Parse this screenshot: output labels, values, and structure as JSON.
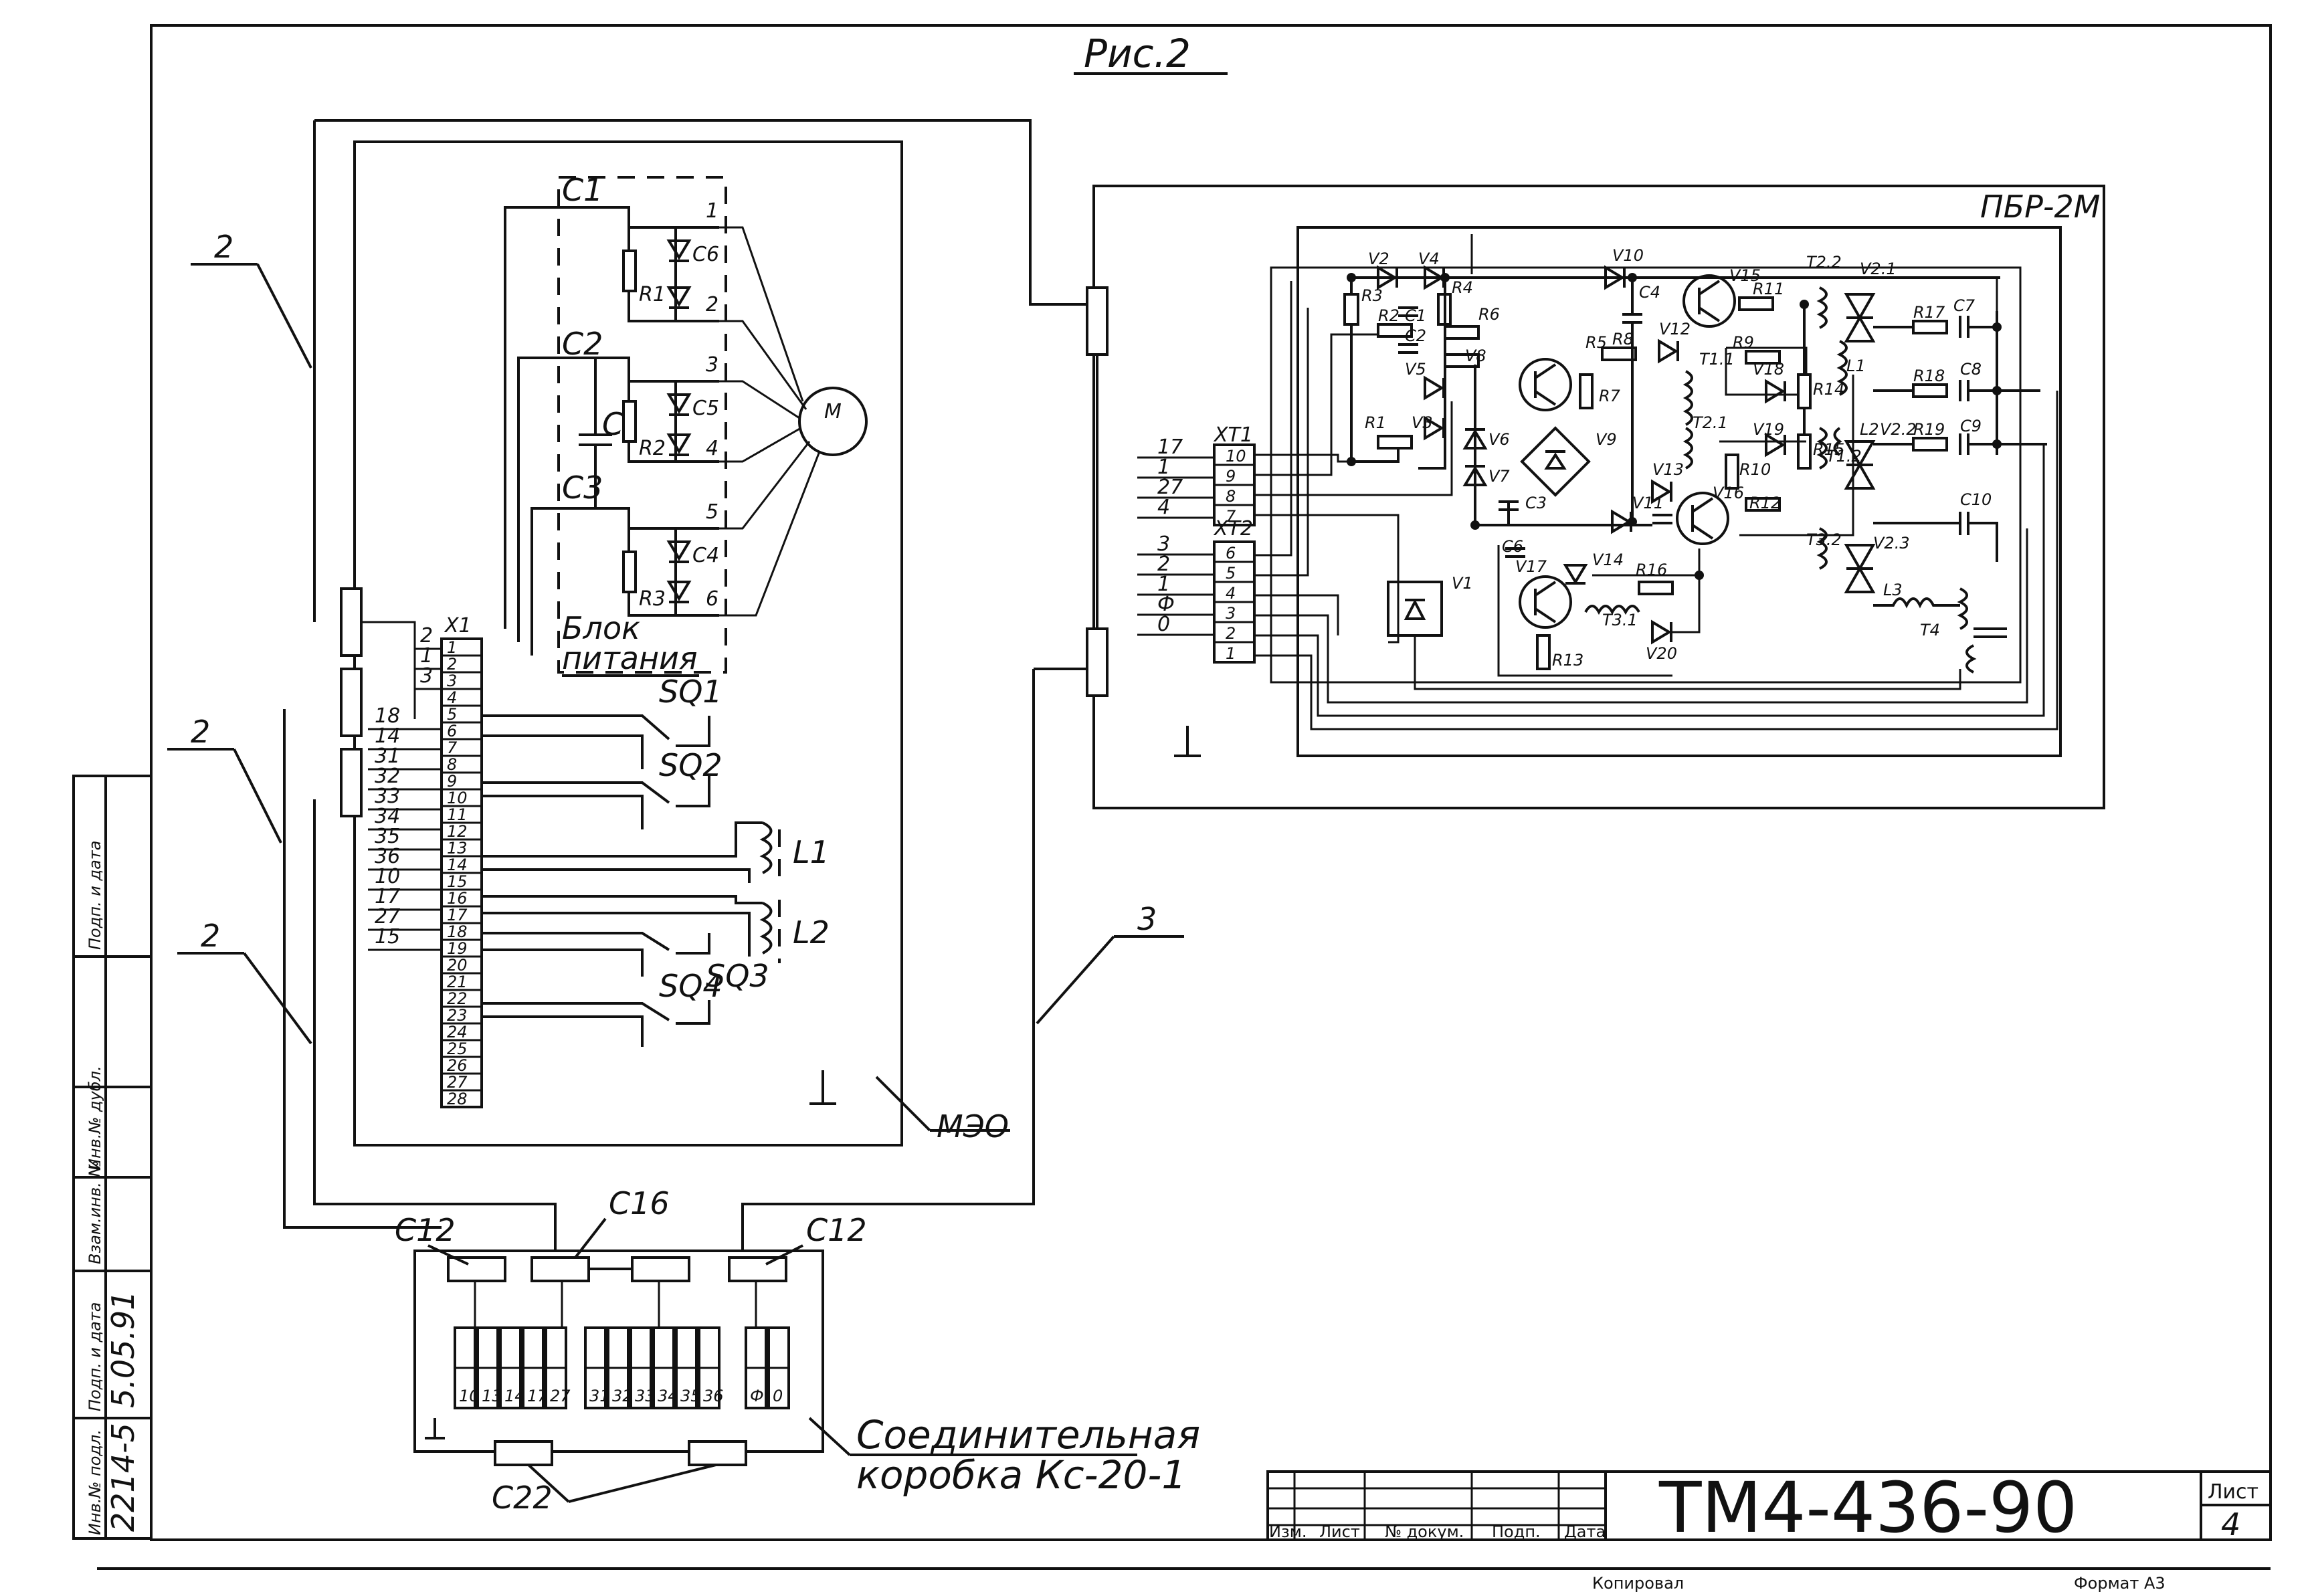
{
  "title": "Рис.2",
  "doc_number": "ТМ4-436-90",
  "sheet_label": "Лист",
  "sheet_number": "4",
  "blocks": {
    "pbr": "ПБР-2М",
    "meo": "МЭО",
    "power_block_line1": "Блок",
    "power_block_line2": "питания",
    "junction_box_line1": "Соединительная",
    "junction_box_line2": "коробка Кс-20-1",
    "motor": "M"
  },
  "cable_labels": [
    "2",
    "2",
    "2",
    "3"
  ],
  "glands": {
    "c12_left": "C12",
    "c16": "C16",
    "c12_right": "C12",
    "c22": "C22"
  },
  "power_capacitors": [
    "C1",
    "C2",
    "C3",
    "C"
  ],
  "power_resistors": [
    "R1",
    "R2",
    "R3"
  ],
  "power_diodes_caps": [
    "C6",
    "C5",
    "C4"
  ],
  "power_terminals": [
    "1",
    "2",
    "3",
    "4",
    "5",
    "6"
  ],
  "x1": {
    "name": "X1",
    "wire_labels": [
      "2",
      "1",
      "3",
      "18",
      "14",
      "31",
      "32",
      "33",
      "34",
      "35",
      "36",
      "10",
      "17",
      "27",
      "15"
    ],
    "pins": [
      "1",
      "2",
      "3",
      "4",
      "5",
      "6",
      "7",
      "8",
      "9",
      "10",
      "11",
      "12",
      "13",
      "14",
      "15",
      "16",
      "17",
      "18",
      "19",
      "20",
      "21",
      "22",
      "23",
      "24",
      "25",
      "26",
      "27",
      "28"
    ]
  },
  "switches": [
    "SQ1",
    "SQ2",
    "SQ3",
    "SQ4"
  ],
  "meo_coils": [
    "L1",
    "L2"
  ],
  "xt1": {
    "name": "XT1",
    "pins": [
      "10",
      "9",
      "8",
      "7"
    ],
    "wires": [
      "17",
      "1",
      "27",
      "4"
    ]
  },
  "xt2": {
    "name": "XT2",
    "pins": [
      "6",
      "5",
      "4",
      "3",
      "2",
      "1"
    ],
    "wires": [
      "3",
      "2",
      "1",
      "Ф",
      "0"
    ]
  },
  "pbr_components": [
    "V2",
    "V4",
    "V10",
    "C4",
    "V15",
    "R11",
    "T2.2",
    "V2.1",
    "R17",
    "C7",
    "R3",
    "R2",
    "C1",
    "R4",
    "R6",
    "V12",
    "T1.1",
    "C2",
    "R5",
    "V8",
    "R8",
    "V18",
    "R9",
    "L1",
    "V5",
    "R7",
    "R14",
    "R18",
    "C8",
    "R1",
    "V3",
    "V9",
    "V6",
    "V7",
    "C3",
    "V11",
    "V13",
    "V16",
    "T2.1",
    "R10",
    "V19",
    "R15",
    "T1.2",
    "L2",
    "V2.2",
    "R19",
    "C9",
    "R12",
    "C10",
    "C6",
    "V17",
    "V14",
    "R16",
    "V20",
    "T3.1",
    "T3.2",
    "V2.3",
    "V1",
    "R13",
    "L3",
    "T4"
  ],
  "junction_terminals": [
    "10",
    "13",
    "14",
    "17",
    "27",
    "31",
    "32",
    "33",
    "34",
    "35",
    "36",
    "Ф",
    "0"
  ],
  "side_stamp": [
    "Инв.№ подл.",
    "Подп. и дата",
    "Взам.инв. №",
    "Инв.№ дубл.",
    "Подп. и дата"
  ],
  "side_values": [
    "2214-5",
    "5.05.91"
  ],
  "title_block": {
    "cols": [
      "Изм.",
      "Лист",
      "№ докум.",
      "Подп.",
      "Дата"
    ],
    "copied": "Копировал",
    "format": "Формат A3"
  }
}
